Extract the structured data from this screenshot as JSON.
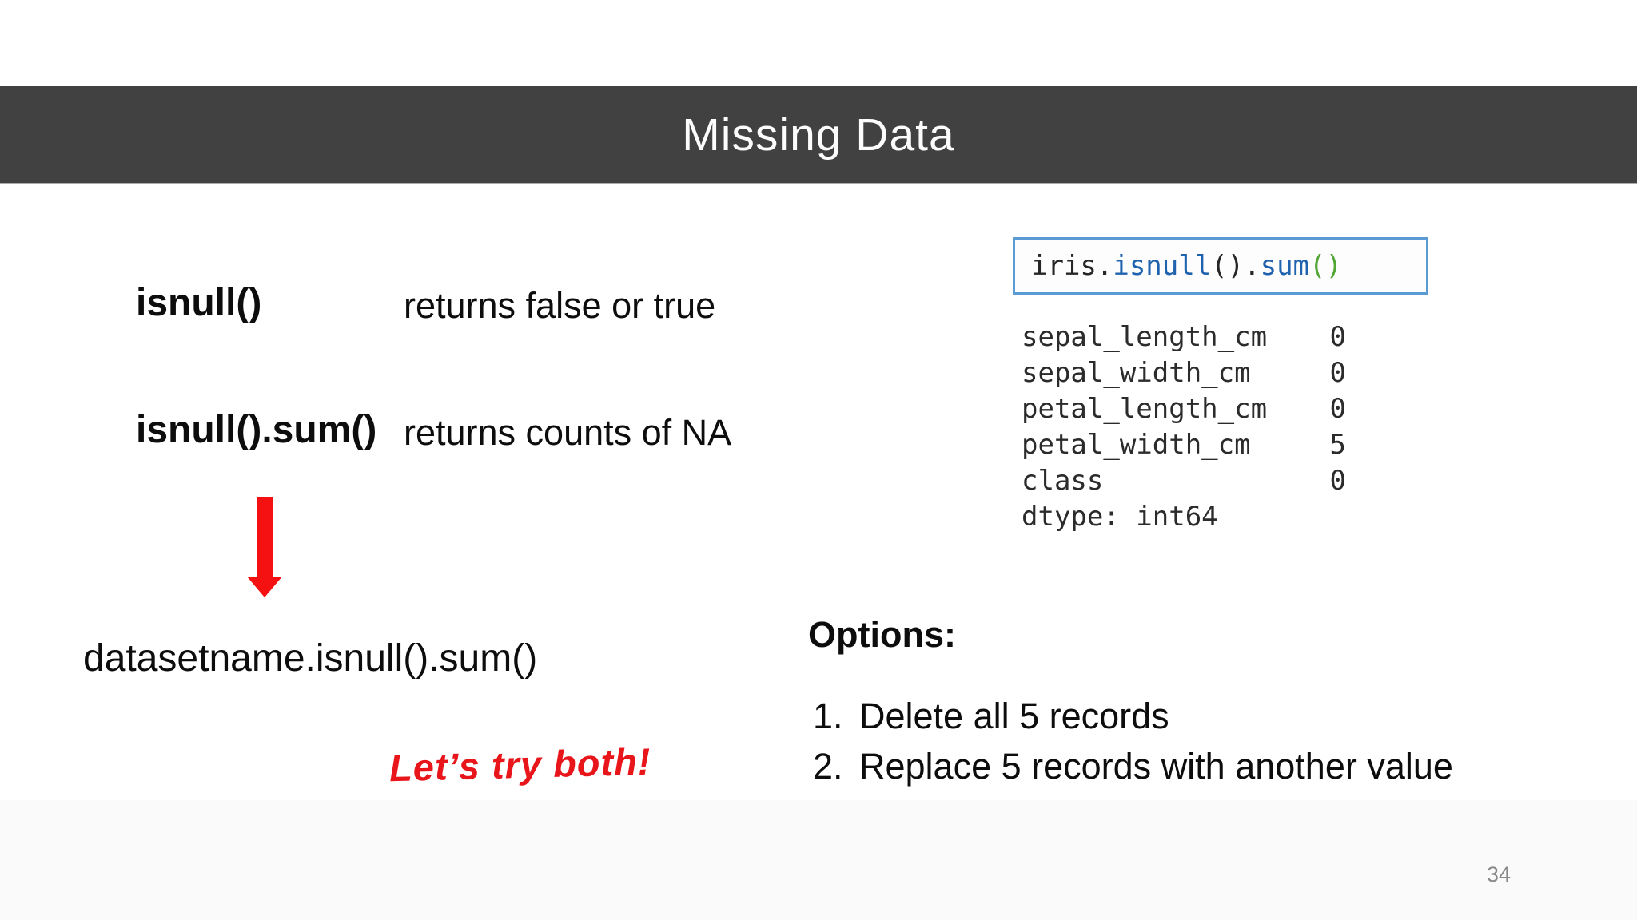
{
  "slide": {
    "title": "Missing Data",
    "page_number": "34"
  },
  "definitions": [
    {
      "term": "isnull()",
      "description": "returns false or true"
    },
    {
      "term": "isnull().sum()",
      "description": "returns counts of NA"
    }
  ],
  "example_call": "datasetname.isnull().sum()",
  "annotation": "Let’s try both!",
  "code_box": {
    "tokens": [
      {
        "text": "iris.",
        "color": "#262626"
      },
      {
        "text": "isnull",
        "color": "#1f62ae"
      },
      {
        "text": "().",
        "color": "#262626"
      },
      {
        "text": "sum",
        "color": "#1f62ae"
      },
      {
        "text": "()",
        "color": "#52a636"
      }
    ]
  },
  "code_output": {
    "rows": [
      {
        "label": "sepal_length_cm",
        "value": "0"
      },
      {
        "label": "sepal_width_cm",
        "value": "0"
      },
      {
        "label": "petal_length_cm",
        "value": "0"
      },
      {
        "label": "petal_width_cm",
        "value": "5"
      },
      {
        "label": "class",
        "value": "0"
      }
    ],
    "footer": "dtype: int64"
  },
  "options": {
    "heading": "Options:",
    "items": [
      {
        "num": "1.",
        "text": "Delete all 5 records"
      },
      {
        "num": "2.",
        "text": "Replace 5 records with another value"
      }
    ]
  },
  "colors": {
    "title_bar": "#414141",
    "title_text": "#fcfcfc",
    "code_box_border": "#5b9bd5",
    "arrow_red": "#f51111",
    "annotation_red": "#e8151b",
    "page_number_gray": "#8a8a8a"
  }
}
